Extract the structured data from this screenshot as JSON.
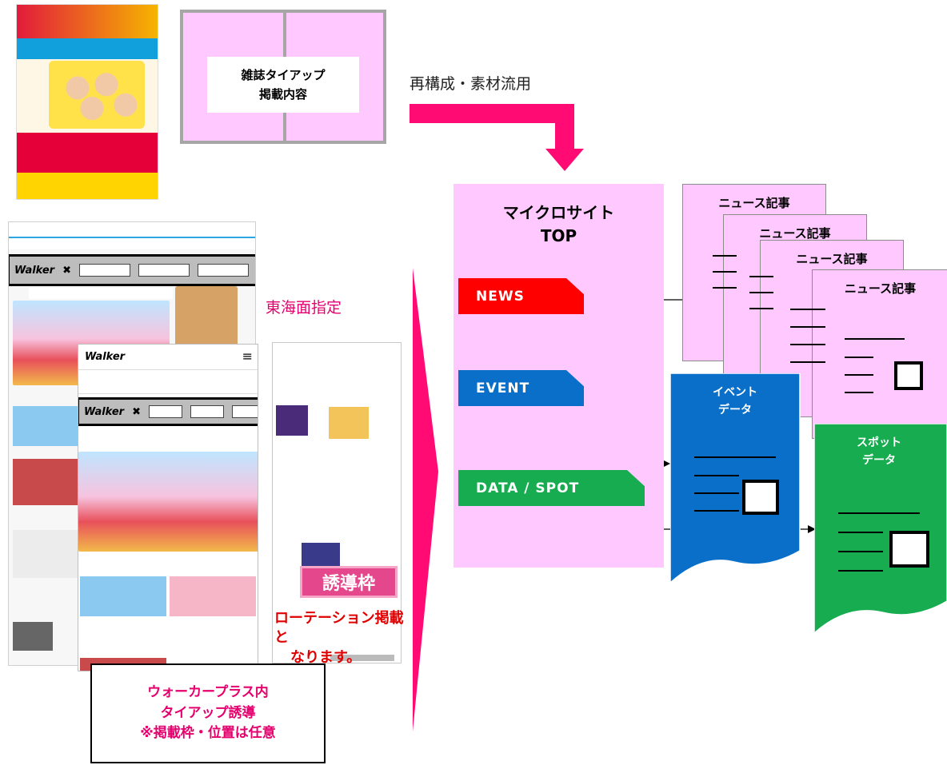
{
  "magazine": {
    "spread_label_line1": "雑誌タイアップ",
    "spread_label_line2": "掲載内容"
  },
  "reuse_label": "再構成・素材流用",
  "web": {
    "region_label": "東海面指定",
    "guide_frame_label": "誘導枠",
    "rotation_line1": "ローテーション掲載と",
    "rotation_line2": "なります。",
    "banner_brand": "Walker",
    "note_line1": "ウォーカープラス内",
    "note_line2": "タイアップ誘導",
    "note_line3": "※掲載枠・位置は任意"
  },
  "microsite": {
    "title_line1": "マイクロサイト",
    "title_line2": "TOP",
    "tags": [
      "NEWS",
      "EVENT",
      "DATA / SPOT"
    ]
  },
  "news_cards": [
    "ニュース記事",
    "ニュース記事",
    "ニュース記事",
    "ニュース記事"
  ],
  "event_doc": {
    "line1": "イベント",
    "line2": "データ"
  },
  "spot_doc": {
    "line1": "スポット",
    "line2": "データ"
  },
  "colors": {
    "pink_panel": "#ffc9ff",
    "magenta_arrow": "#ff0b73",
    "news_red": "#ff0000",
    "event_blue": "#0a6fc9",
    "spot_green": "#16ac4f",
    "accent_text": "#e5006e"
  }
}
